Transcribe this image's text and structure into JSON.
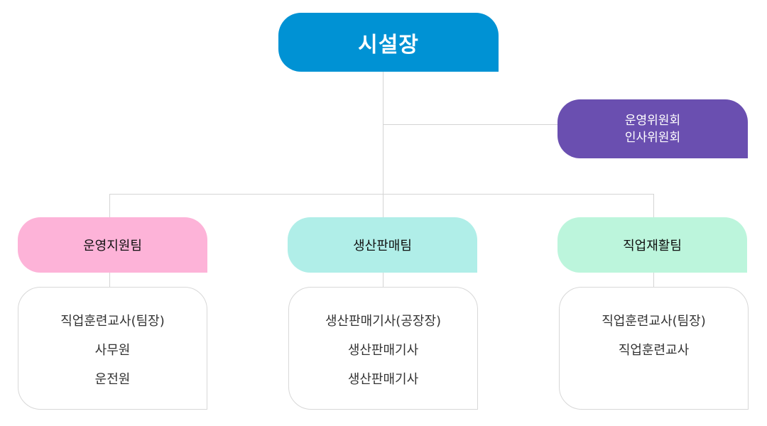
{
  "colors": {
    "head": "#0092d4",
    "committee": "#6a4fb0",
    "connector": "#d4d4d4"
  },
  "head": {
    "label": "시설장"
  },
  "committee": {
    "lines": [
      "운영위원회",
      "인사위원회"
    ]
  },
  "teams": [
    {
      "label": "운영지원팀",
      "color": "#fdb3d8",
      "members": [
        "직업훈련교사(팀장)",
        "사무원",
        "운전원"
      ]
    },
    {
      "label": "생산판매팀",
      "color": "#b0eee8",
      "members": [
        "생산판매기사(공장장)",
        "생산판매기사",
        "생산판매기사"
      ]
    },
    {
      "label": "직업재활팀",
      "color": "#bcf5dc",
      "members": [
        "직업훈련교사(팀장)",
        "직업훈련교사"
      ]
    }
  ]
}
